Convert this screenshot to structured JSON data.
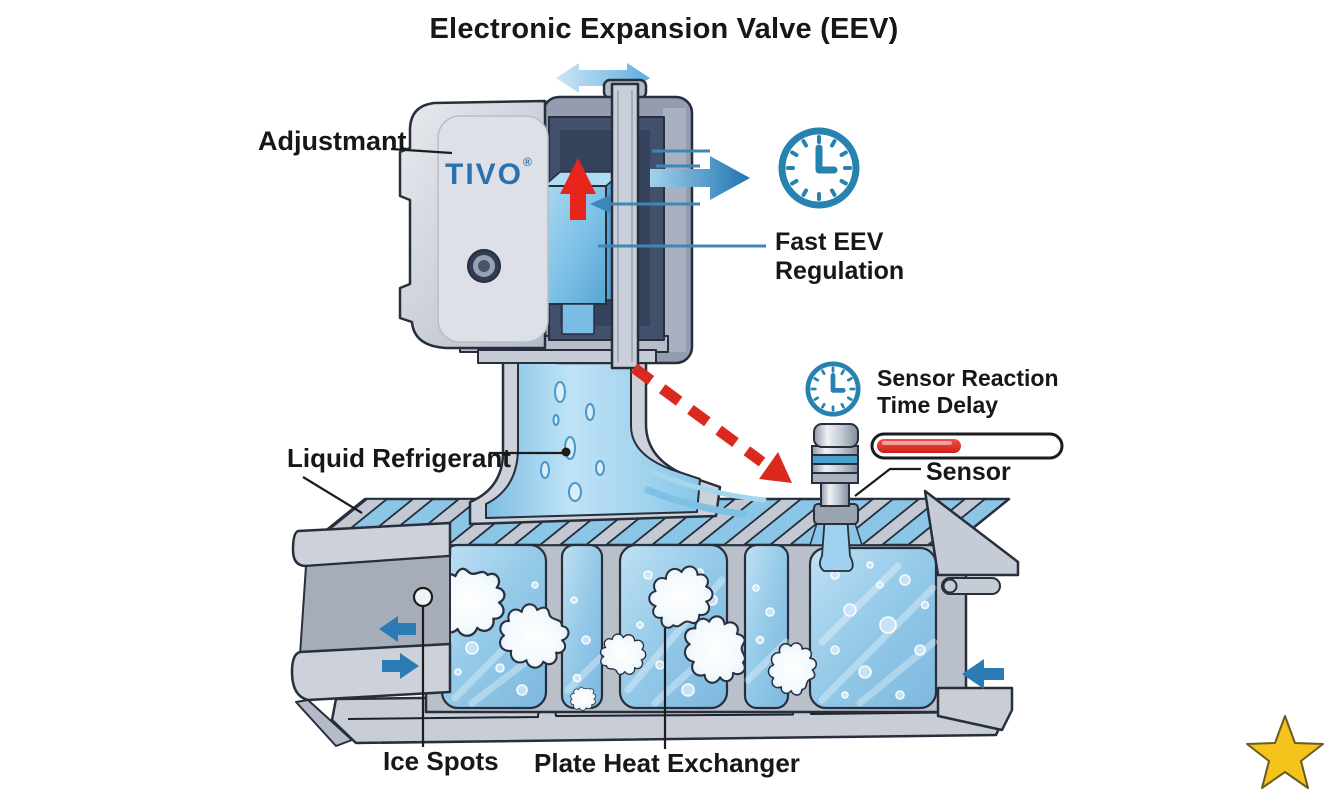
{
  "title": "Electronic Expansion Valve (EEV)",
  "valve": {
    "adjustment_label": "Adjustmant",
    "brand": "TIVO",
    "brand_mark": "®"
  },
  "annotations": {
    "fast_eev": {
      "line1": "Fast EEV",
      "line2": "Regulation"
    },
    "sensor_reaction": {
      "line1": "Sensor Reaction",
      "line2": "Time Delay"
    },
    "sensor": "Sensor",
    "liquid_refrigerant": "Liquid Refrigerant",
    "ice_spots": "Ice Spots",
    "plate_heat_exchanger": "Plate Heat Exchanger"
  },
  "indicators": {
    "sensor_delay_progress_percent": 45
  },
  "colors": {
    "clock_blue": "#2682ae",
    "accent_blue": "#2b7cb5",
    "brand_blue": "#2a72ae",
    "alert_red": "#dd2a21",
    "liquid_blue": "#9ccdeb",
    "metal_gray": "#c6ccd6",
    "star_yellow": "#f6c31c",
    "text_black": "#171717"
  }
}
